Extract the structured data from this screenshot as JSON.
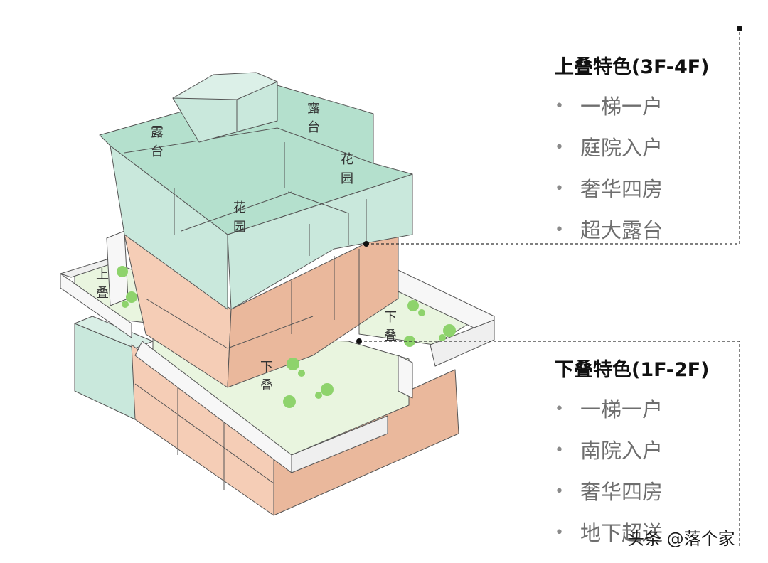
{
  "diagram": {
    "labels": {
      "terrace_left": [
        "露",
        "台"
      ],
      "terrace_right": [
        "露",
        "台"
      ],
      "garden_right": [
        "花",
        "园"
      ],
      "garden_center": [
        "花",
        "园"
      ],
      "upper_yard": [
        "上",
        "叠"
      ],
      "lower_yard_main": [
        "下",
        "叠"
      ],
      "lower_yard_right": [
        "下",
        "叠"
      ]
    },
    "colors": {
      "upper_block": "#c9e8dc",
      "upper_roof": "#b4e0cd",
      "lower_block": "#f5cdb6",
      "lower_block_dark": "#eab89c",
      "yard_floor": "#e9f5df",
      "wall": "#f7f7f7",
      "tree": "#8ed36c",
      "stroke": "#555555"
    }
  },
  "panels": {
    "upper": {
      "title": "上叠特色(3F-4F)",
      "items": [
        "一梯一户",
        "庭院入户",
        "奢华四房",
        "超大露台"
      ]
    },
    "lower": {
      "title": "下叠特色(1F-2F)",
      "items": [
        "一梯一户",
        "南院入户",
        "奢华四房",
        "地下超送"
      ]
    }
  },
  "watermark": "头条 @落个家"
}
